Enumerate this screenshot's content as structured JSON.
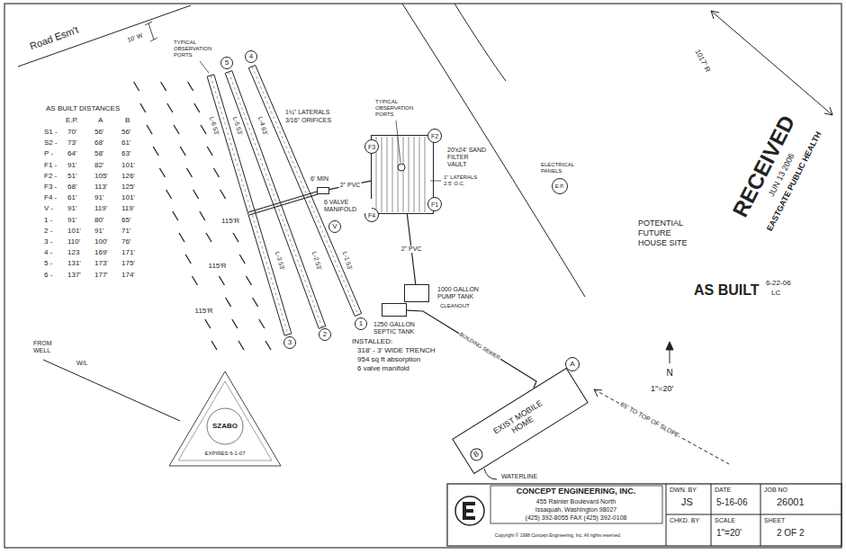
{
  "diagram": {
    "nodes": [
      {
        "text": [
          "20'x24' SAND FILTER VAULT"
        ]
      },
      {
        "text": [
          "F3"
        ],
        "in": 0
      },
      {
        "text": [
          "F2"
        ],
        "in": 0
      },
      {
        "text": [
          "F4"
        ],
        "in": 0
      },
      {
        "text": [
          "F1"
        ],
        "in": 0
      },
      {
        "text": [
          "V"
        ]
      },
      {
        "text": [
          "6 VALVE MANIFOLD"
        ]
      },
      {
        "text": [
          "1000 GALLON PUMP TANK"
        ]
      },
      {
        "text": [
          "1250 GALLON SEPTIC TANK"
        ]
      },
      {
        "text": [
          "EXIST MOBILE HOME"
        ]
      },
      {
        "text": [
          "A"
        ]
      },
      {
        "text": [
          "B"
        ],
        "in": 9
      },
      {
        "text": [
          "E.P."
        ]
      },
      {
        "text": [
          "5"
        ]
      },
      {
        "text": [
          "4"
        ]
      },
      {
        "text": [
          "3"
        ]
      },
      {
        "text": [
          "2"
        ]
      },
      {
        "text": [
          "1"
        ]
      }
    ],
    "edges": [
      {
        "from": 9,
        "to": 8,
        "label": "BUILDING SEWER",
        "arrow": "none"
      },
      {
        "from": 7,
        "to": 0,
        "label": "2\" PVC",
        "arrow": "none"
      },
      {
        "from": 0,
        "to": 6,
        "label": "2\" PVC",
        "arrow": "none"
      }
    ],
    "labels": [
      "Road Esm't",
      "10' W",
      "AS BUILT DISTANCES",
      "E.P.",
      "A",
      "B",
      "S1 -",
      "70'",
      "56'",
      "56'",
      "S2 -",
      "73'",
      "68'",
      "61'",
      "P -",
      "64'",
      "58'",
      "63'",
      "F1 -",
      "91'",
      "82'",
      "101'",
      "F2 -",
      "51'",
      "105'",
      "126'",
      "F3 -",
      "68'",
      "113'",
      "125'",
      "F4 -",
      "61'",
      "91'",
      "101'",
      "V -",
      "91'",
      "119'",
      "119'",
      "1 -",
      "91'",
      "80'",
      "65'",
      "2 -",
      "101'",
      "91'",
      "71'",
      "3 -",
      "110'",
      "100'",
      "76'",
      "4 -",
      "123",
      "169'",
      "171'",
      "5 -",
      "131'",
      "173'",
      "175'",
      "6 -",
      "137'",
      "177'",
      "174'",
      "TYPICAL OBSERVATION PORTS",
      "1¼\" LATERALS 3/16\" ORIFICES",
      "L-6 53'",
      "L-5 53'",
      "L-4 63'",
      "L-3 53'",
      "L-2 53'",
      "L-1 53'",
      "6' MIN",
      "TYPICAL OBSERVATION PORTS",
      "1\" LATERALS 2.5' O.C.",
      "ELECTRICAL PANELS",
      "POTENTIAL FUTURE HOUSE SITE",
      "RECEIVED",
      "JUN 13 2006",
      "EASTGATE PUBLIC HEALTH",
      "AS BUILT",
      "6-22-06",
      "LC",
      "1017' R",
      "115'R",
      "115'R",
      "115'R",
      "FROM WELL",
      "W/L",
      "INSTALLED:",
      "318' - 3' WIDE TRENCH",
      "954 sq ft absorption",
      "6 valve manifold",
      "CLEANOUT",
      "WATERLINE",
      "65' TO TOP OF SLOPE",
      "N",
      "1\"=20'",
      "SZABO",
      "EXPIRES 6-1-07",
      "CONCEPT ENGINEERING, INC.",
      "455 Rainier Boulevard North",
      "Issaquah, Washington 98027",
      "(425) 392-8055  FAX (425) 392-0108",
      "Copyright © 1998 Concept Engineering, Inc. All rights reserved.",
      "DWN. BY",
      "JS",
      "DATE",
      "5-16-06",
      "JOB NO",
      "26001",
      "CHKD. BY",
      "SCALE",
      "1\"=20'",
      "SHEET",
      "2 OF 2"
    ]
  }
}
